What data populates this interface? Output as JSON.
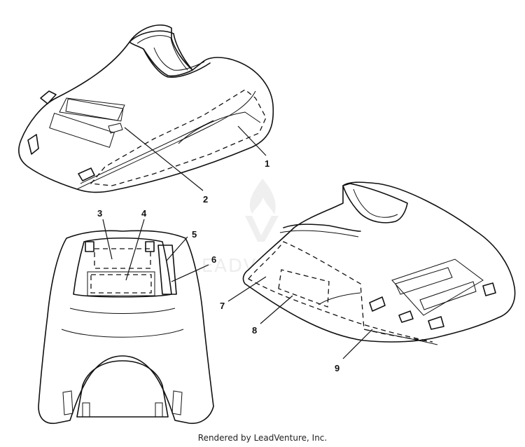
{
  "watermark": "LEADVENTURE",
  "footer": "Rendered by LeadVenture, Inc.",
  "callouts": [
    {
      "id": "1",
      "label": "1"
    },
    {
      "id": "2",
      "label": "2"
    },
    {
      "id": "3",
      "label": "3"
    },
    {
      "id": "4",
      "label": "4"
    },
    {
      "id": "5",
      "label": "5"
    },
    {
      "id": "6",
      "label": "6"
    },
    {
      "id": "7",
      "label": "7"
    },
    {
      "id": "8",
      "label": "8"
    },
    {
      "id": "9",
      "label": "9"
    }
  ],
  "colors": {
    "line": "#111111",
    "watermark": "#d9d9d9"
  }
}
